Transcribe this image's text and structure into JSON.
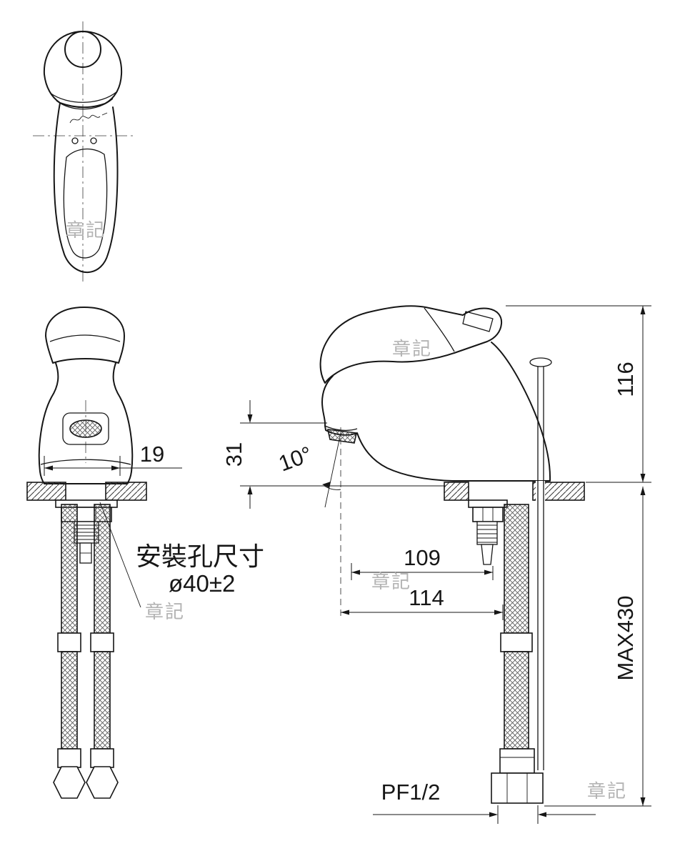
{
  "drawing": {
    "watermark": "章記",
    "dims": {
      "d19": "19",
      "d31": "31",
      "d116": "116",
      "d109": "109",
      "d114": "114",
      "max_height": "MAX430",
      "thread": "PF1/2",
      "angle": "10°"
    },
    "notes": {
      "hole_title": "安裝孔尺寸",
      "hole_size": "ø40±2"
    },
    "colors": {
      "line": "#161616",
      "watermark": "#b4b4b4"
    }
  }
}
